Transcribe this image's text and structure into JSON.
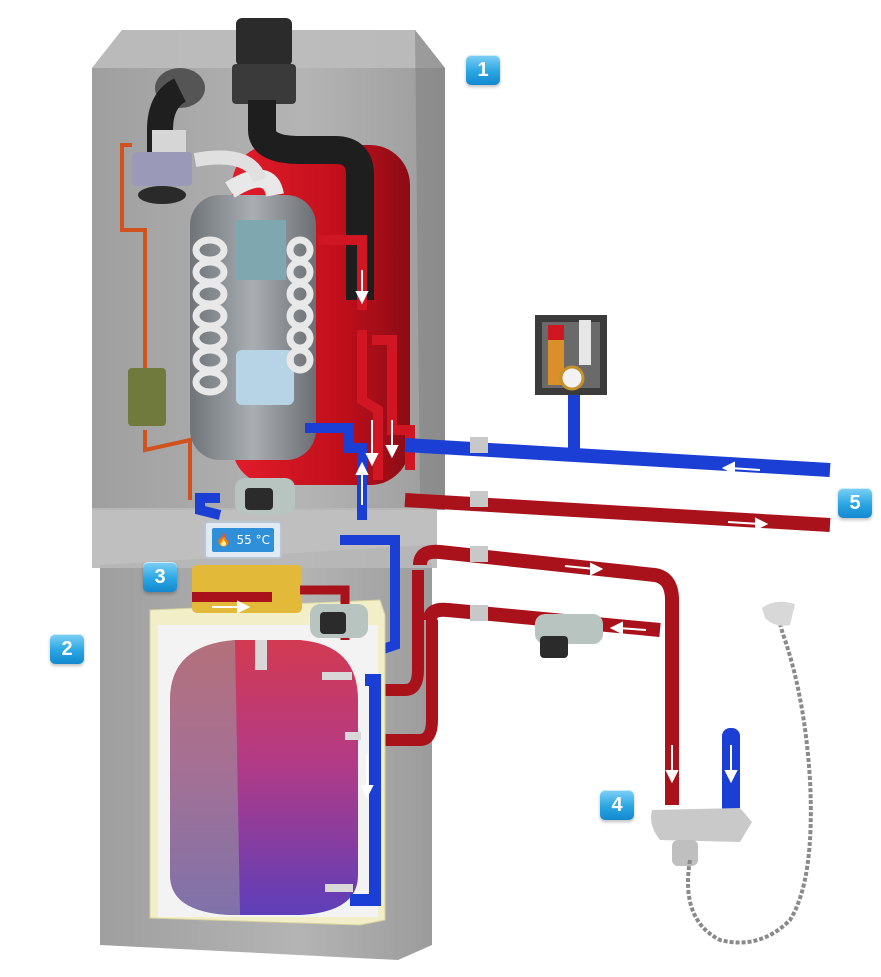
{
  "badges": [
    {
      "label": "1"
    },
    {
      "label": "2"
    },
    {
      "label": "3"
    },
    {
      "label": "4"
    },
    {
      "label": "5"
    }
  ],
  "display": {
    "temperature": "55 °C",
    "icon": "flame-icon"
  },
  "colors": {
    "hot_pipe": "#b5141c",
    "cold_pipe": "#1b3fd4",
    "housing": "#9a9a9a",
    "badge": "#2aa6e3",
    "insulation": "#e9dc92",
    "tank_hot": "#c83a55",
    "tank_cold": "#6b3fb8"
  }
}
